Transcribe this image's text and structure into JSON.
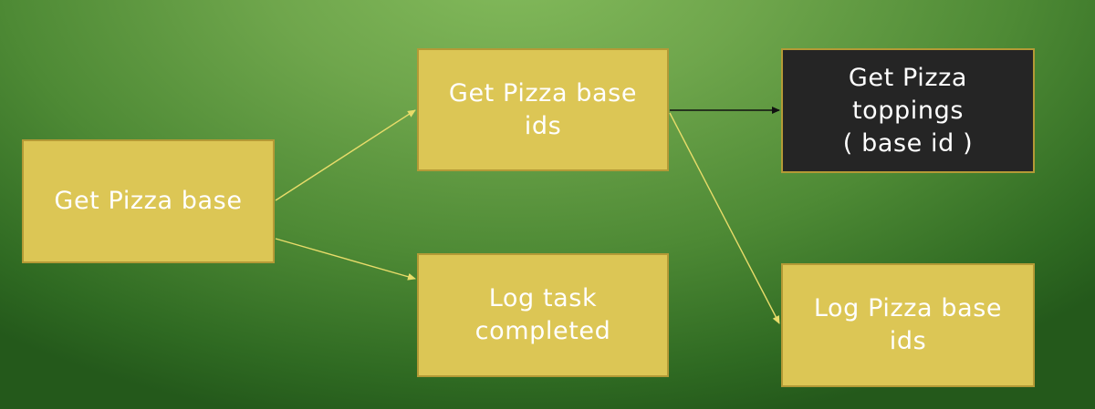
{
  "diagram": {
    "nodes": [
      {
        "id": "get-pizza-base",
        "label": "Get Pizza base",
        "style": "yellow"
      },
      {
        "id": "get-pizza-base-ids",
        "label": "Get Pizza base\nids",
        "style": "yellow"
      },
      {
        "id": "get-pizza-toppings",
        "label": "Get Pizza\ntoppings\n( base id )",
        "style": "dark"
      },
      {
        "id": "log-task-completed",
        "label": "Log task\ncompleted",
        "style": "yellow"
      },
      {
        "id": "log-pizza-base-ids",
        "label": "Log Pizza base\nids",
        "style": "yellow"
      }
    ],
    "edges": [
      {
        "from": "get-pizza-base",
        "to": "get-pizza-base-ids",
        "color": "#e8dc6a"
      },
      {
        "from": "get-pizza-base",
        "to": "log-task-completed",
        "color": "#e8dc6a"
      },
      {
        "from": "get-pizza-base-ids",
        "to": "get-pizza-toppings",
        "color": "#111111"
      },
      {
        "from": "get-pizza-base-ids",
        "to": "log-pizza-base-ids",
        "color": "#e8dc6a"
      }
    ],
    "colors": {
      "box_fill": "#dcc655",
      "box_border": "#b49a36",
      "dark_fill": "#252525",
      "text": "#ffffff"
    }
  }
}
